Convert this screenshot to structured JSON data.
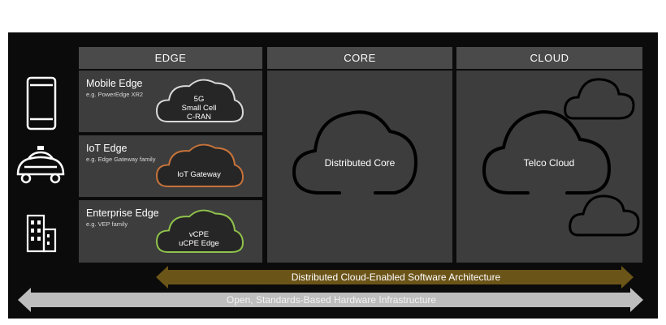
{
  "columns": {
    "edge": "EDGE",
    "core": "CORE",
    "cloud": "CLOUD"
  },
  "edge_rows": [
    {
      "title": "Mobile Edge",
      "subtitle": "e.g. PowerEdge XR2",
      "cloud_lines": [
        "5G",
        "Small Cell",
        "C-RAN"
      ]
    },
    {
      "title": "IoT Edge",
      "subtitle": "e.g. Edge Gateway  family",
      "cloud_lines": [
        "IoT Gateway"
      ]
    },
    {
      "title": "Enterprise Edge",
      "subtitle": "e.g. VEP family",
      "cloud_lines": [
        "vCPE",
        "uCPE Edge"
      ]
    }
  ],
  "core_label": "Distributed Core",
  "cloud_label": "Telco Cloud",
  "arrows": {
    "software": "Distributed Cloud-Enabled Software Architecture",
    "hardware": "Open, Standards-Based Hardware Infrastructure"
  },
  "icons": [
    "smartphone-icon",
    "autonomous-car-icon",
    "buildings-icon"
  ],
  "colors": {
    "iot_cloud_stroke": "#c8733a",
    "enterprise_cloud_stroke": "#8fc24a",
    "mobile_cloud_stroke": "#d9d9d9",
    "software_arrow": "#6b5418",
    "hardware_arrow": "#bdbdbd"
  }
}
